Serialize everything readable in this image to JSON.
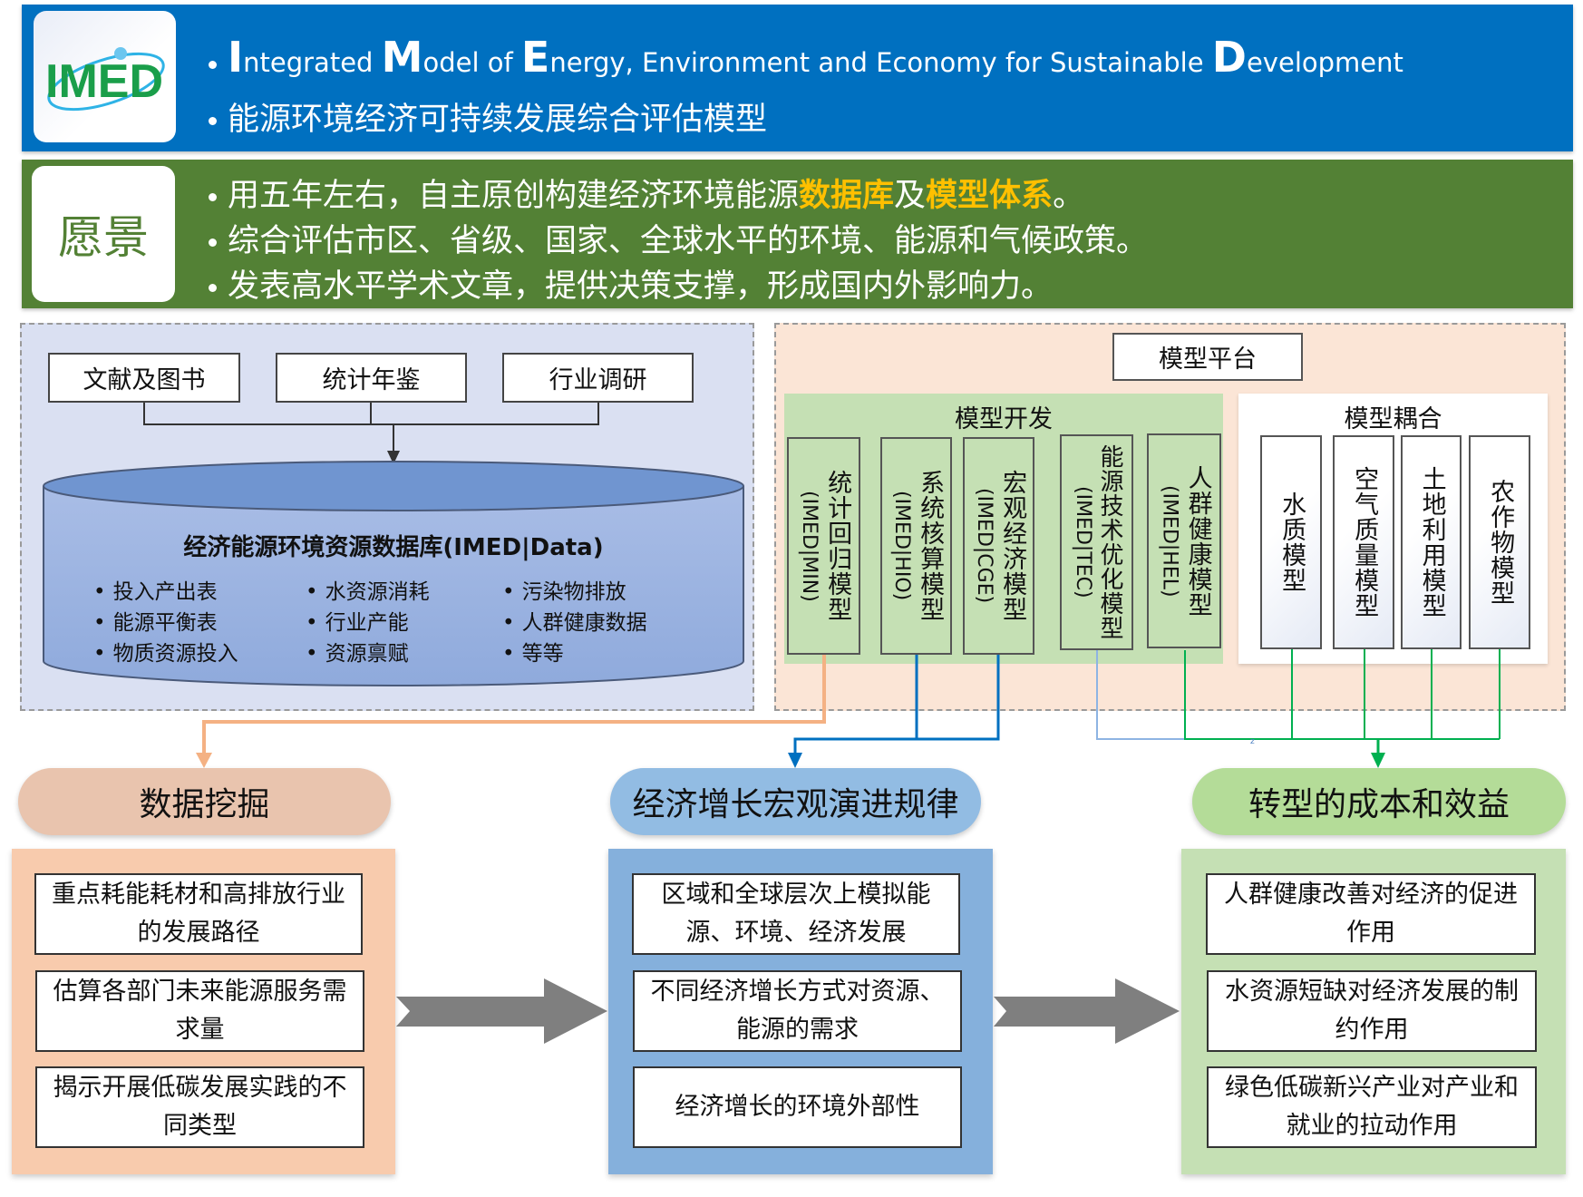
{
  "header": {
    "logo_text": "IMED",
    "title_en_parts": [
      {
        "cap": "I",
        "rest": "ntegrated "
      },
      {
        "cap": "M",
        "rest": "odel of "
      },
      {
        "cap": "E",
        "rest": "nergy, Environment and Economy for Sustainable "
      },
      {
        "cap": "D",
        "rest": "evelopment"
      }
    ],
    "title_zh": "能源环境经济可持续发展综合评估模型"
  },
  "vision": {
    "label": "愿景",
    "line1_pre": "用五年左右，自主原创构建经济环境能源",
    "line1_hl1": "数据库",
    "line1_mid": "及",
    "line1_hl2": "模型体系",
    "line1_post": "。",
    "line2": "综合评估市区、省级、国家、全球水平的环境、能源和气候政策。",
    "line3": "发表高水平学术文章，提供决策支撑，形成国内外影响力。",
    "highlight_color": "#ffc000"
  },
  "data_panel": {
    "sources": [
      "文献及图书",
      "统计年鉴",
      "行业调研"
    ],
    "database_title": "经济能源环境资源数据库(IMED|Data)",
    "items": [
      [
        "投入产出表",
        "能源平衡表",
        "物质资源投入"
      ],
      [
        "水资源消耗",
        "行业产能",
        "资源禀赋"
      ],
      [
        "污染物排放",
        "人群健康数据",
        "等等"
      ]
    ]
  },
  "model_panel": {
    "platform": "模型平台",
    "development_title": "模型开发",
    "development_models": [
      {
        "name": "统计回归模型",
        "code": "(IMED|MIN)"
      },
      {
        "name": "系统核算模型",
        "code": "(IMED|HIO)"
      },
      {
        "name": "宏观经济模型",
        "code": "(IMED|CGE)"
      },
      {
        "name": "能源技术优化模型",
        "code": "(IMED|TEC)"
      },
      {
        "name": "人群健康模型",
        "code": "(IMED|HEL)"
      }
    ],
    "coupling_title": "模型耦合",
    "coupling_models": [
      "水质模型",
      "空气质量模型",
      "土地利用模型",
      "农作物模型"
    ],
    "connector_label": "z"
  },
  "outcomes": [
    {
      "title": "数据挖掘",
      "color": "#f8cbad",
      "pill_color": "#e9c4ae",
      "items": [
        "重点耗能耗材和高排放行业的发展路径",
        "估算各部门未来能源服务需求量",
        "揭示开展低碳发展实践的不同类型"
      ]
    },
    {
      "title": "经济增长宏观演进规律",
      "color": "#85b0dc",
      "pill_color": "#92bce3",
      "items": [
        "区域和全球层次上模拟能源、环境、经济发展",
        "不同经济增长方式对资源、能源的需求",
        "经济增长的环境外部性"
      ]
    },
    {
      "title": "转型的成本和效益",
      "color": "#c5e0b4",
      "pill_color": "#b4dc98",
      "items": [
        "人群健康改善对经济的促进作用",
        "水资源短缺对经济发展的制约作用",
        "绿色低碳新兴产业对产业和就业的拉动作用"
      ]
    }
  ]
}
